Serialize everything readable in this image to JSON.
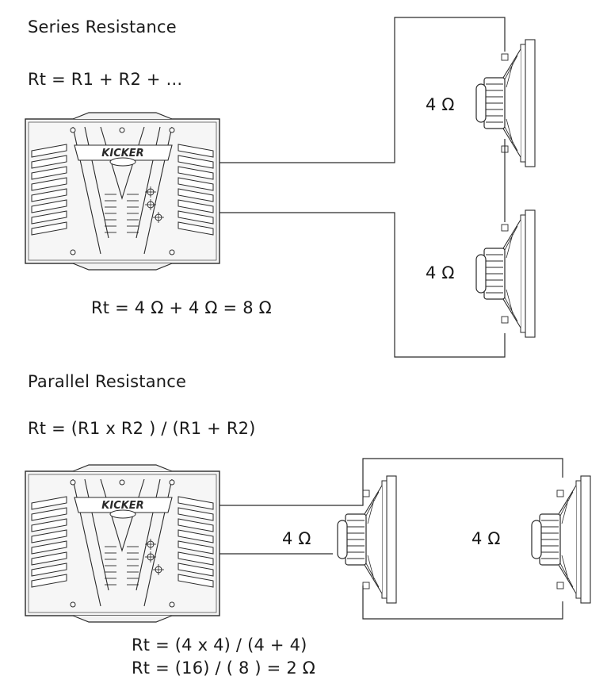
{
  "series": {
    "title": "Series Resistance",
    "formula": "Rt = R1 + R2 + ...",
    "speaker_top_label": "4 Ω",
    "speaker_bottom_label": "4 Ω",
    "result": "Rt = 4 Ω + 4 Ω  = 8 Ω"
  },
  "parallel": {
    "title": "Parallel Resistance",
    "formula": "Rt = (R1 x R2 ) / (R1 + R2)",
    "speaker_left_label": "4 Ω",
    "speaker_right_label": "4 Ω",
    "result_line1": "Rt = (4 x 4) / (4 + 4)",
    "result_line2": "Rt = (16) / ( 8 ) = 2 Ω"
  },
  "amplifier": {
    "brand": "KICKER"
  },
  "colors": {
    "line": "#2a2a2a",
    "panel": "#f2f2f2"
  }
}
